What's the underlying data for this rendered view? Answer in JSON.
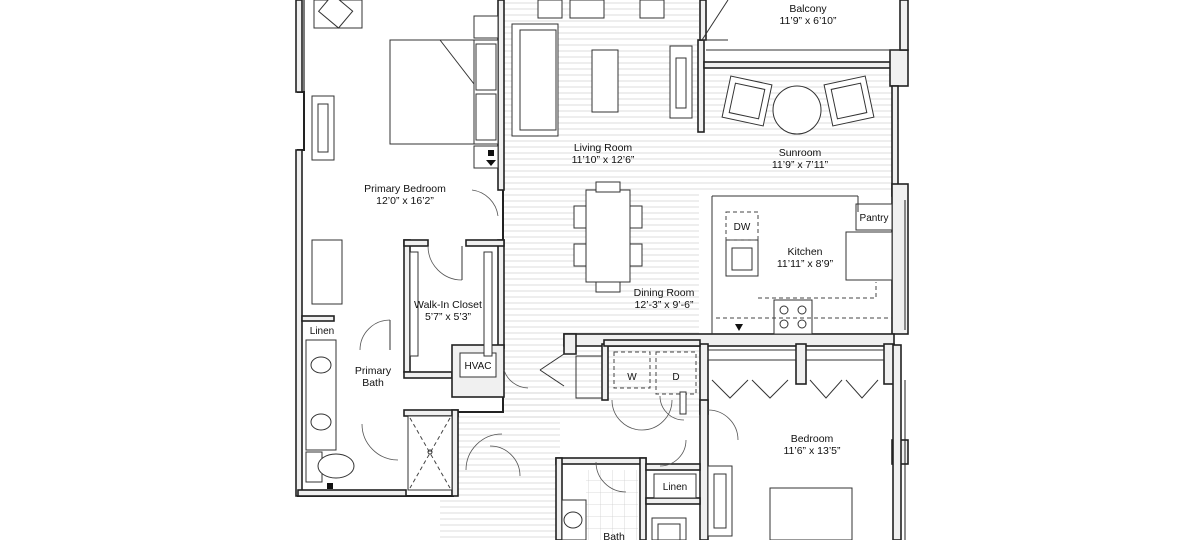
{
  "rooms": {
    "balcony": {
      "name": "Balcony",
      "size": "11’9” x 6’10”"
    },
    "living": {
      "name": "Living Room",
      "size": "11’10” x 12’6”"
    },
    "sunroom": {
      "name": "Sunroom",
      "size": "11’9” x 7’11”"
    },
    "primary_bedroom": {
      "name": "Primary Bedroom",
      "size": "12’0” x 16’2”"
    },
    "kitchen": {
      "name": "Kitchen",
      "size": "11’11” x 8’9”"
    },
    "dining": {
      "name": "Dining Room",
      "size": "12’-3” x 9’-6”"
    },
    "walkin": {
      "name": "Walk-In Closet",
      "size": "5’7” x 5’3”"
    },
    "primary_bath": {
      "name": "Primary",
      "name2": "Bath"
    },
    "bedroom": {
      "name": "Bedroom",
      "size": "11’6” x 13’5”"
    },
    "bath": {
      "name": "Bath"
    }
  },
  "fixtures": {
    "pantry": "Pantry",
    "dw": "DW",
    "hvac": "HVAC",
    "washer": "W",
    "dryer": "D",
    "linen_primary": "Linen",
    "linen_hall": "Linen"
  }
}
